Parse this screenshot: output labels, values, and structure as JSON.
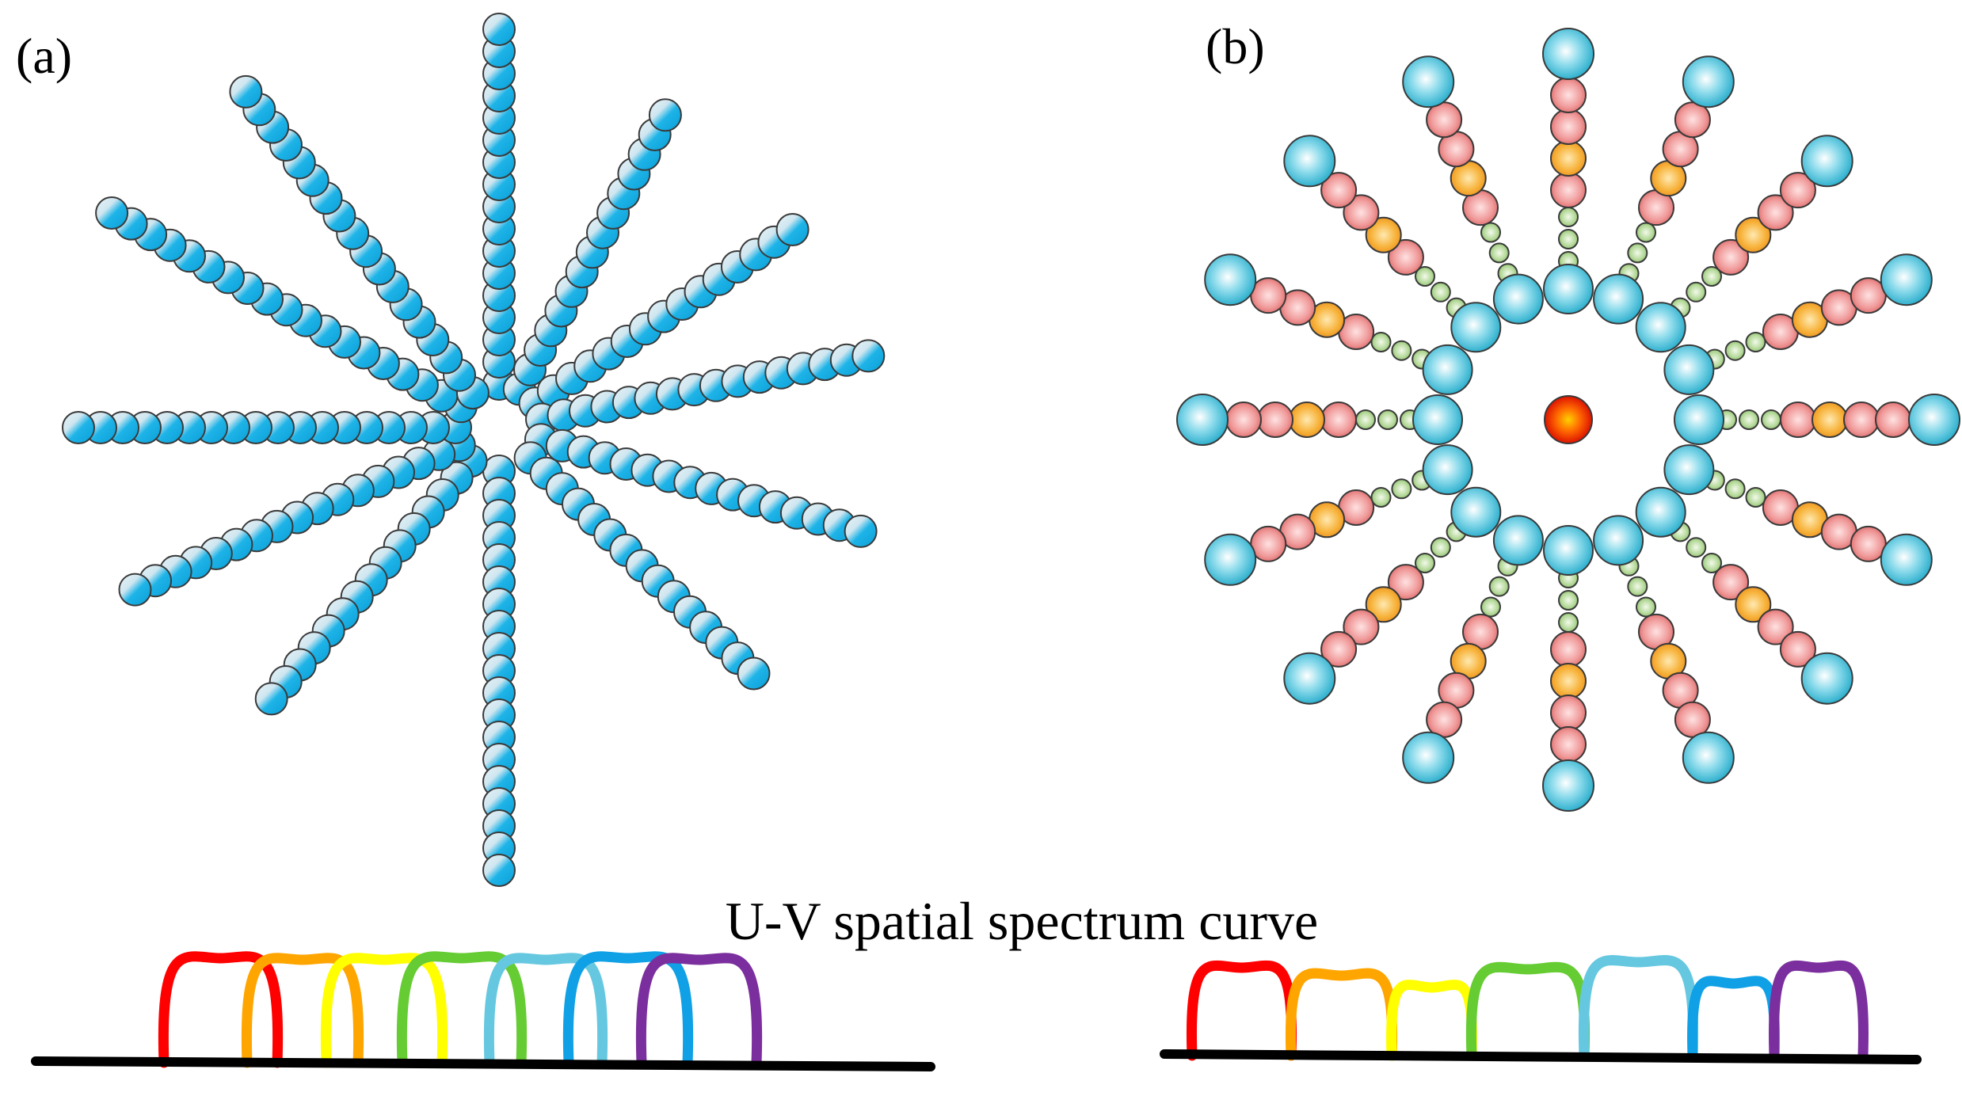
{
  "panels": {
    "a": {
      "label": "(a)"
    },
    "b": {
      "label": "(b)"
    }
  },
  "spectrum": {
    "title": "U-V spatial spectrum curve",
    "arc_colors": [
      "#ff0000",
      "#ffa500",
      "#ffff00",
      "#66cc33",
      "#66c8e0",
      "#0fa0e6",
      "#7b2f9e"
    ]
  },
  "colors": {
    "bead_blue": "#1eb4e8",
    "bead_pink": "#e87a7a",
    "bead_orange": "#f5a623",
    "bead_green": "#9ccc7a",
    "head_cyan": "#3fc1d9",
    "core_red": "#e81c00",
    "baseline": "#000000"
  }
}
